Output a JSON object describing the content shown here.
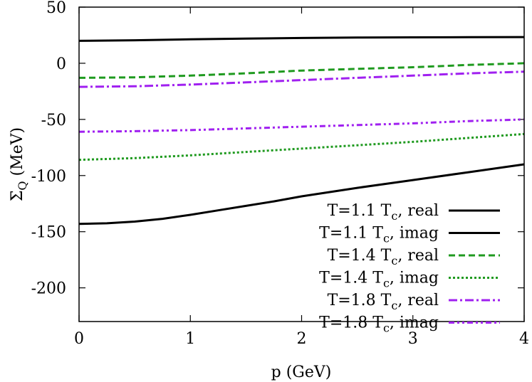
{
  "chart_data": {
    "type": "line",
    "xlabel": "p (GeV)",
    "ylabel": "Σ_Q (MeV)",
    "ylabel_main": "Σ",
    "ylabel_sub": "Q",
    "ylabel_rest": " (MeV)",
    "xlim": [
      0,
      4
    ],
    "ylim": [
      -230,
      50
    ],
    "xticks": [
      0,
      1,
      2,
      3,
      4
    ],
    "xtick_labels": [
      "0",
      "1",
      "2",
      "3",
      "4"
    ],
    "yticks": [
      50,
      0,
      -50,
      -100,
      -150,
      -200
    ],
    "ytick_labels": [
      "50",
      "0",
      "-50",
      "-100",
      "-150",
      "-200"
    ],
    "grid": false,
    "legend_position": "bottom-right",
    "series": [
      {
        "name": "T=1.1 Tc, real",
        "label_pre": "T=1.1 T",
        "label_sub": "c",
        "label_post": ", real",
        "color": "#000000",
        "style": "solid",
        "width": 3,
        "x": [
          0,
          0.5,
          1,
          1.5,
          2,
          2.5,
          3,
          3.5,
          4
        ],
        "y": [
          20,
          20.5,
          21.3,
          22,
          22.5,
          22.9,
          23.1,
          23.2,
          23.3
        ]
      },
      {
        "name": "T=1.1 Tc, imag",
        "label_pre": "T=1.1 T",
        "label_sub": "c",
        "label_post": ", imag",
        "color": "#000000",
        "style": "solid",
        "width": 3,
        "x": [
          0,
          0.25,
          0.5,
          0.75,
          1,
          1.25,
          1.5,
          1.75,
          2,
          2.5,
          3,
          3.5,
          4
        ],
        "y": [
          -143,
          -142.5,
          -141,
          -138.5,
          -135,
          -131,
          -127,
          -123,
          -118.5,
          -111,
          -104,
          -97,
          -90
        ]
      },
      {
        "name": "T=1.4 Tc, real",
        "label_pre": "T=1.4 T",
        "label_sub": "c",
        "label_post": ", real",
        "color": "#1f9a1f",
        "style": "dashed",
        "width": 3,
        "x": [
          0,
          0.5,
          1,
          1.5,
          2,
          2.5,
          3,
          3.5,
          4
        ],
        "y": [
          -13,
          -12.5,
          -11,
          -9,
          -6.5,
          -5,
          -3.5,
          -1.5,
          0
        ]
      },
      {
        "name": "T=1.4 Tc, imag",
        "label_pre": "T=1.4 T",
        "label_sub": "c",
        "label_post": ", imag",
        "color": "#1f9a1f",
        "style": "dotted",
        "width": 3,
        "x": [
          0,
          0.5,
          1,
          1.5,
          2,
          2.5,
          3,
          3.5,
          4
        ],
        "y": [
          -86,
          -84.5,
          -82,
          -79,
          -76,
          -73,
          -70,
          -66.5,
          -63
        ]
      },
      {
        "name": "T=1.8 Tc, real",
        "label_pre": "T=1.8 T",
        "label_sub": "c",
        "label_post": ", real",
        "color": "#a020f0",
        "style": "dashdot",
        "width": 3,
        "x": [
          0,
          0.5,
          1,
          1.5,
          2,
          2.5,
          3,
          3.5,
          4
        ],
        "y": [
          -21,
          -20.5,
          -19,
          -17,
          -15,
          -13,
          -11,
          -9,
          -7.5
        ]
      },
      {
        "name": "T=1.8 Tc, imag",
        "label_pre": "T=1.8 T",
        "label_sub": "c",
        "label_post": ", imag",
        "color": "#a020f0",
        "style": "dashdotdot",
        "width": 3,
        "x": [
          0,
          0.5,
          1,
          1.5,
          2,
          2.5,
          3,
          3.5,
          4
        ],
        "y": [
          -61,
          -60.5,
          -59.5,
          -58,
          -56.5,
          -55,
          -53.5,
          -51.5,
          -50
        ]
      }
    ]
  }
}
